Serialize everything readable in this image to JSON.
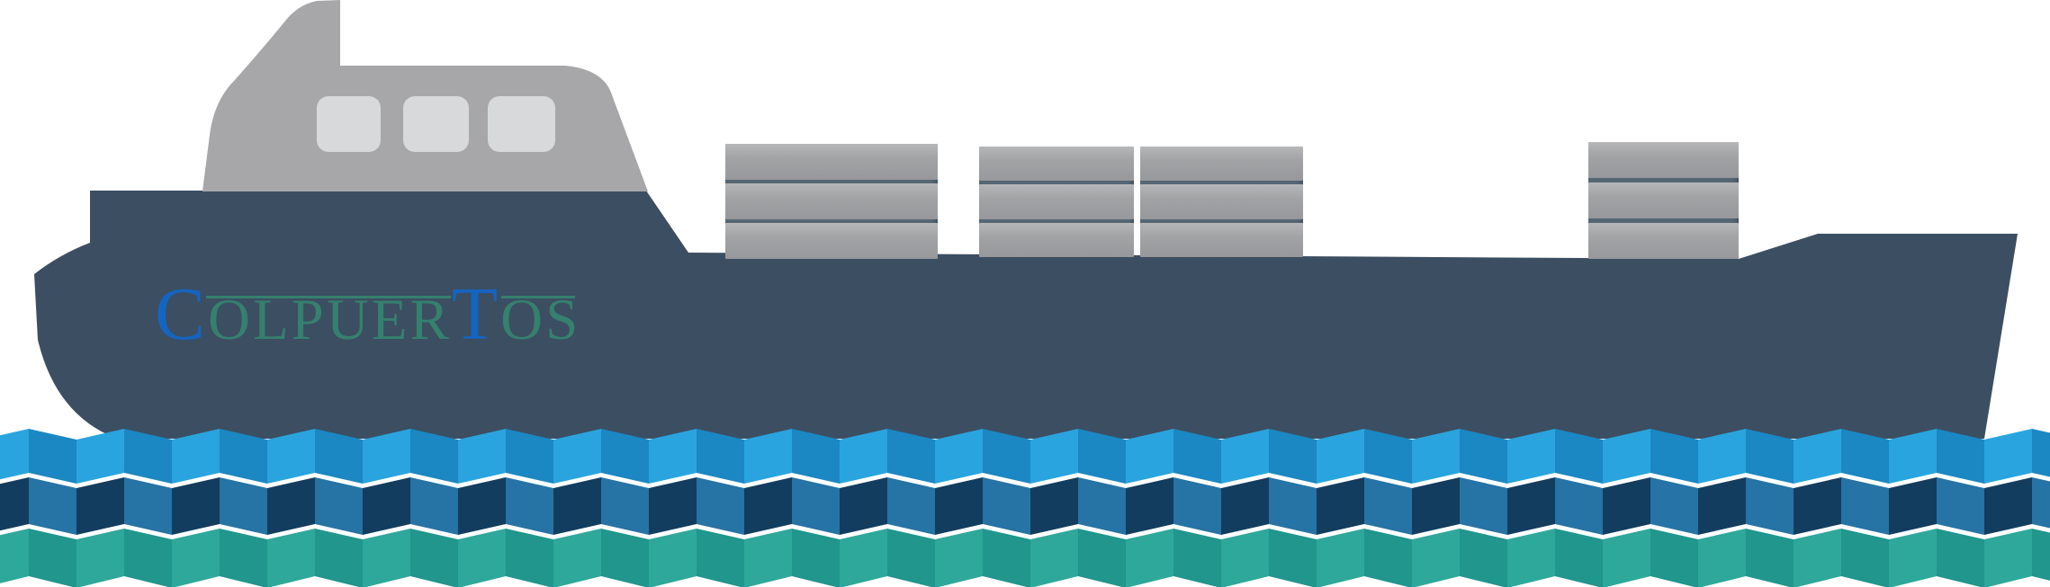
{
  "logo": {
    "text": "COLPUERTOS",
    "segments": [
      {
        "text": "C",
        "style": "big"
      },
      {
        "text": "OLPUER",
        "style": "small"
      },
      {
        "text": "T",
        "style": "big"
      },
      {
        "text": "OS",
        "style": "small"
      }
    ],
    "colors": {
      "logo-blue": "#1465c1",
      "logo-teal": "#35806e"
    }
  },
  "ship": {
    "icon": "cargo-ship-illustration",
    "colors": {
      "hull": "#3c4e61",
      "superstructure": "#a7a7a9",
      "window": "#d8d9da",
      "container-base": "#9e9fa1",
      "container-sep": "#556674"
    },
    "window_count": 3,
    "container_stacks": 4
  },
  "waves": {
    "icon": "zigzag-waves",
    "colors": {
      "blue-light": "#29a4de",
      "blue-dark": "#1b87c3",
      "navy-dark": "#133d5e",
      "navy-med": "#2673a5",
      "teal-light": "#2ea89a",
      "teal-dark": "#20968d",
      "separator": "#ffffff"
    }
  },
  "page": {
    "background": "#ffffff"
  }
}
